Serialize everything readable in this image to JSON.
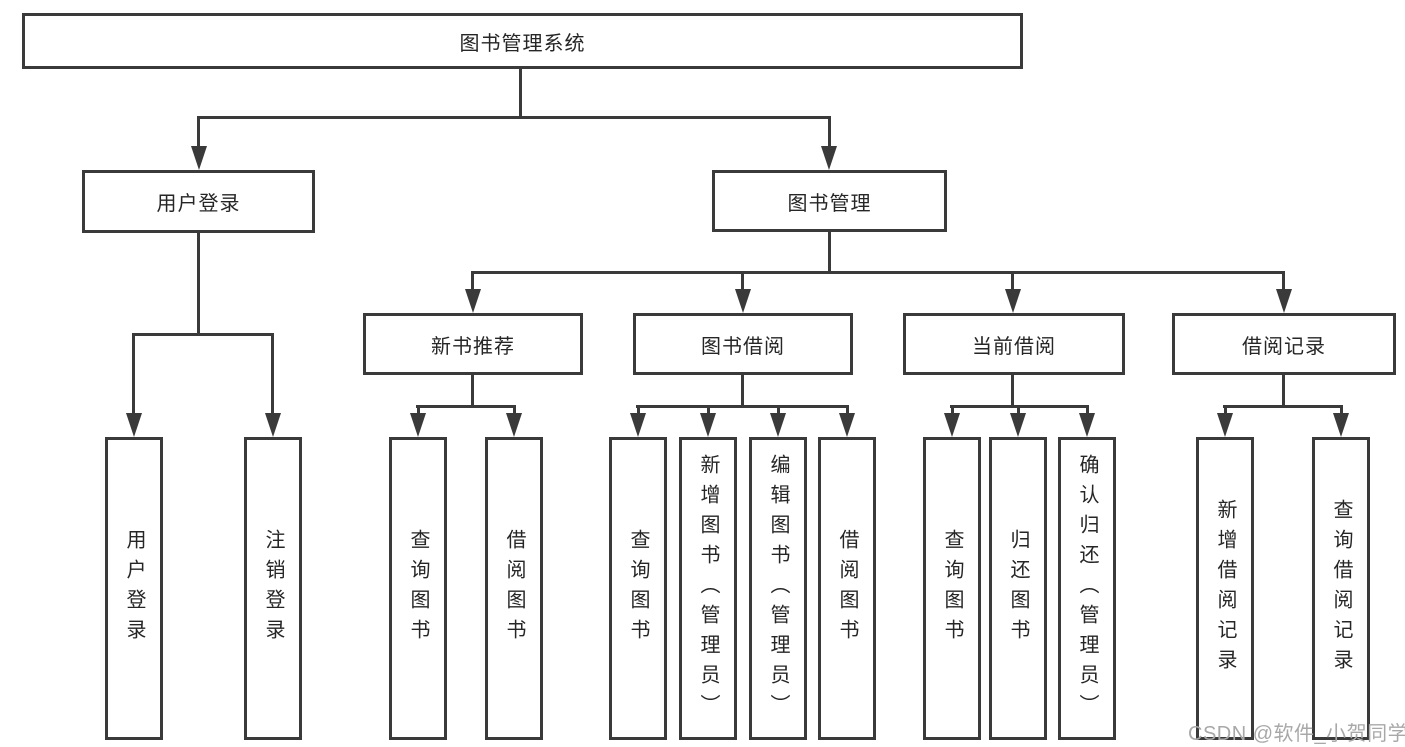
{
  "tree": {
    "root": "图书管理系统",
    "user_branch": {
      "label": "用户登录",
      "children": [
        "用户登录",
        "注销登录"
      ]
    },
    "mgmt_branch": {
      "label": "图书管理",
      "groups": [
        {
          "label": "新书推荐",
          "children": [
            "查询图书",
            "借阅图书"
          ]
        },
        {
          "label": "图书借阅",
          "children": [
            "查询图书",
            "新增图书（管理员）",
            "编辑图书（管理员）",
            "借阅图书"
          ]
        },
        {
          "label": "当前借阅",
          "children": [
            "查询图书",
            "归还图书",
            "确认归还（管理员）"
          ]
        },
        {
          "label": "借阅记录",
          "children": [
            "新增借阅记录",
            "查询借阅记录"
          ]
        }
      ]
    }
  },
  "watermark": "CSDN @软件_小贺同学",
  "colors": {
    "line": "#3a3a3a",
    "text": "#262626",
    "watermark": "#a8a8a8",
    "background": "#ffffff"
  }
}
